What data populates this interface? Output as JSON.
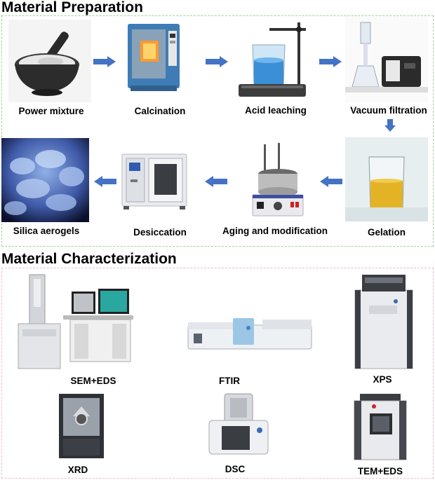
{
  "preparation": {
    "title": "Material Preparation",
    "steps": [
      "Power mixture",
      "Calcination",
      "Acid leaching",
      "Vacuum filtration",
      "Gelation",
      "Aging and modification",
      "Desiccation",
      "Silica aerogels"
    ]
  },
  "characterization": {
    "title": "Material Characterization",
    "instruments": [
      "SEM+EDS",
      "FTIR",
      "XPS",
      "XRD",
      "DSC",
      "TEM+EDS"
    ]
  },
  "colors": {
    "arrow": "#4472c4",
    "prep_border": "#9ed19e",
    "char_border": "#f2b6c6"
  }
}
